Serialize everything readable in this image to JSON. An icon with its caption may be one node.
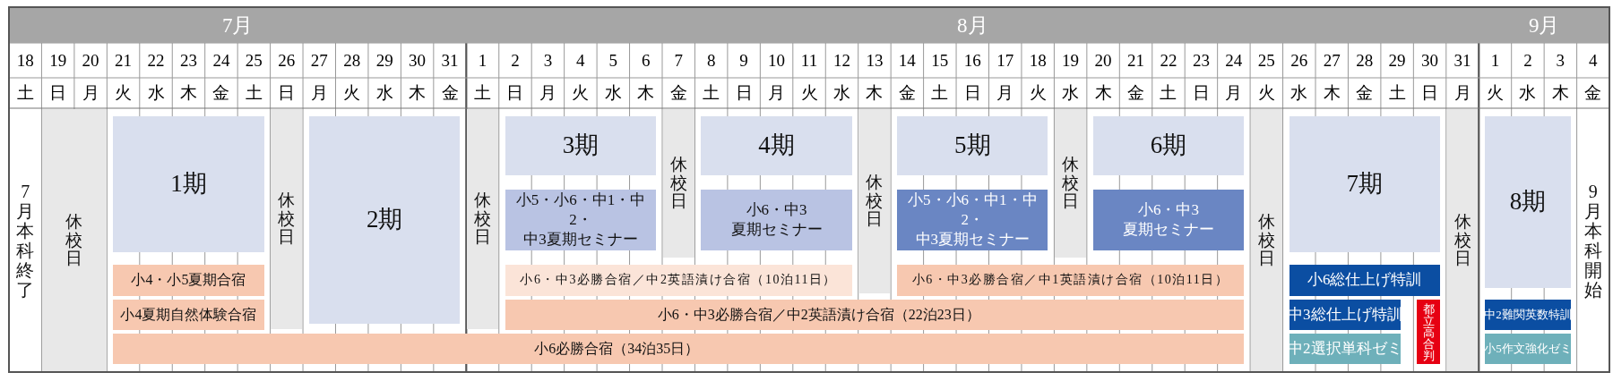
{
  "diagram": {
    "nodes": [
      {
        "text": [
          "7月本科終了"
        ]
      },
      {
        "text": [
          "休校日"
        ]
      },
      {
        "text": [
          "1期"
        ]
      },
      {
        "text": [
          "小4・小5夏期合宿"
        ]
      },
      {
        "text": [
          "小4夏期自然体験合宿"
        ]
      },
      {
        "text": [
          "小6必勝合宿（34泊35日）"
        ]
      },
      {
        "text": [
          "休校日"
        ]
      },
      {
        "text": [
          "2期"
        ]
      },
      {
        "text": [
          "休校日"
        ]
      },
      {
        "text": [
          "3期"
        ]
      },
      {
        "text": [
          "小5・小6・中1・中2・中3夏期セミナー"
        ]
      },
      {
        "text": [
          "小6・中3必勝合宿／中2英語漬け合宿（10泊11日）"
        ]
      },
      {
        "text": [
          "小6・中3必勝合宿／中2英語漬け合宿（22泊23日）"
        ]
      },
      {
        "text": [
          "休校日"
        ]
      },
      {
        "text": [
          "4期"
        ]
      },
      {
        "text": [
          "小6・中3夏期セミナー"
        ]
      },
      {
        "text": [
          "休校日"
        ]
      },
      {
        "text": [
          "5期"
        ]
      },
      {
        "text": [
          "小5・小6・中1・中2・中3夏期セミナー"
        ]
      },
      {
        "text": [
          "小6・中3必勝合宿／中1英語漬け合宿（10泊11日）"
        ]
      },
      {
        "text": [
          "休校日"
        ]
      },
      {
        "text": [
          "6期"
        ]
      },
      {
        "text": [
          "小6・中3夏期セミナー"
        ]
      },
      {
        "text": [
          "休校日"
        ]
      },
      {
        "text": [
          "7期"
        ]
      },
      {
        "text": [
          "小6総仕上げ特訓"
        ]
      },
      {
        "text": [
          "中3総仕上げ特訓"
        ]
      },
      {
        "text": [
          "中2選択単科ゼミ"
        ]
      },
      {
        "text": [
          "都立高合判"
        ]
      },
      {
        "text": [
          "休校日"
        ]
      },
      {
        "text": [
          "8期"
        ]
      },
      {
        "text": [
          "中2難関英数特訓"
        ]
      },
      {
        "text": [
          "小5作文強化ゼミ"
        ]
      },
      {
        "text": [
          "9月本科開始"
        ]
      }
    ],
    "labels": [
      "7月",
      "8月",
      "9月",
      "18",
      "19",
      "20",
      "21",
      "22",
      "23",
      "24",
      "25",
      "26",
      "27",
      "28",
      "29",
      "30",
      "31",
      "1",
      "2",
      "3",
      "4",
      "5",
      "6",
      "7",
      "8",
      "9",
      "10",
      "11",
      "12",
      "13",
      "14",
      "15",
      "16",
      "17",
      "18",
      "19",
      "20",
      "21",
      "22",
      "23",
      "24",
      "25",
      "26",
      "27",
      "28",
      "29",
      "30",
      "31",
      "1",
      "2",
      "3",
      "4",
      "土",
      "日",
      "月",
      "火",
      "水",
      "木",
      "金",
      "土",
      "日",
      "月",
      "火",
      "水",
      "木",
      "金",
      "土",
      "日",
      "月",
      "火",
      "水",
      "木",
      "金",
      "土",
      "日",
      "月",
      "火",
      "水",
      "木",
      "金",
      "土",
      "日",
      "月",
      "火",
      "水",
      "木",
      "金",
      "土",
      "日",
      "月",
      "火",
      "水",
      "木",
      "金",
      "土",
      "日",
      "月",
      "火",
      "水",
      "木",
      "金"
    ]
  }
}
